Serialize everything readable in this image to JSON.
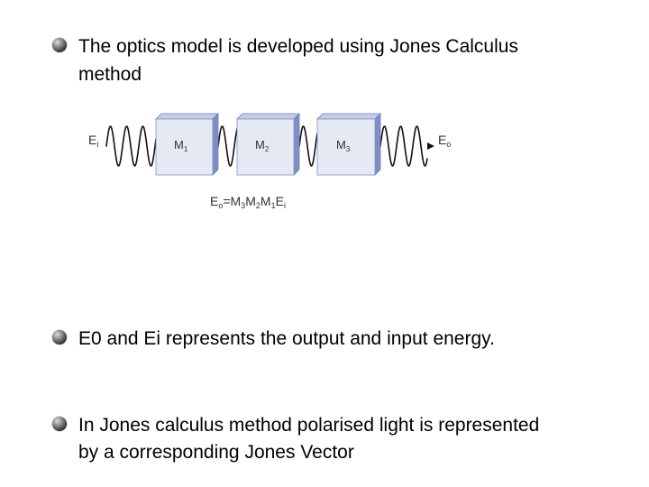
{
  "bullets": [
    {
      "lines": [
        "The optics model is developed using Jones Calculus",
        "method"
      ]
    },
    {
      "lines": [
        "E0 and Ei represents the output and input energy."
      ]
    },
    {
      "lines": [
        "In Jones calculus method polarised light is represented",
        "by a corresponding Jones Vector"
      ]
    }
  ],
  "diagram": {
    "input_label": {
      "main": "E",
      "sub": "i"
    },
    "output_label": {
      "main": "E",
      "sub": "o"
    },
    "blocks": [
      {
        "main": "M",
        "sub": "1"
      },
      {
        "main": "M",
        "sub": "2"
      },
      {
        "main": "M",
        "sub": "3"
      }
    ],
    "equation": {
      "e_o": "E",
      "o": "o",
      "eq": "=",
      "m3": "M",
      "s3": "3",
      "m2": "M",
      "s2": "2",
      "m1": "M",
      "s1": "1",
      "e_i": "E",
      "i": "i"
    },
    "colors": {
      "block_front": "#e4e9f4",
      "block_side": "#7e8fc6",
      "block_top": "#c4cde6",
      "wave": "#111111"
    }
  }
}
